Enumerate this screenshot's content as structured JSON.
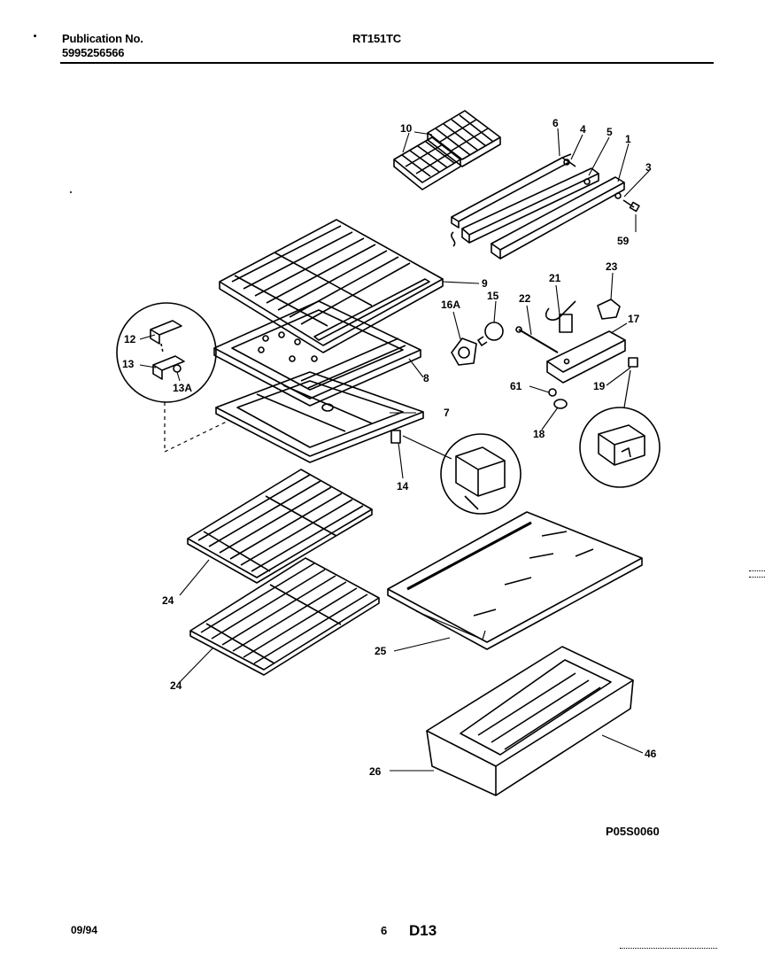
{
  "header": {
    "publication_label": "Publication No.",
    "publication_number": "5995256566",
    "model": "RT151TC"
  },
  "diagram": {
    "callouts": [
      "10",
      "6",
      "4",
      "5",
      "1",
      "3",
      "59",
      "9",
      "16A",
      "15",
      "22",
      "21",
      "23",
      "17",
      "12",
      "13",
      "13A",
      "8",
      "7",
      "61",
      "19",
      "18",
      "14",
      "24",
      "25",
      "24",
      "26",
      "46"
    ],
    "figure_code": "P05S0060"
  },
  "footer": {
    "date": "09/94",
    "page": "6",
    "section": "D13"
  }
}
